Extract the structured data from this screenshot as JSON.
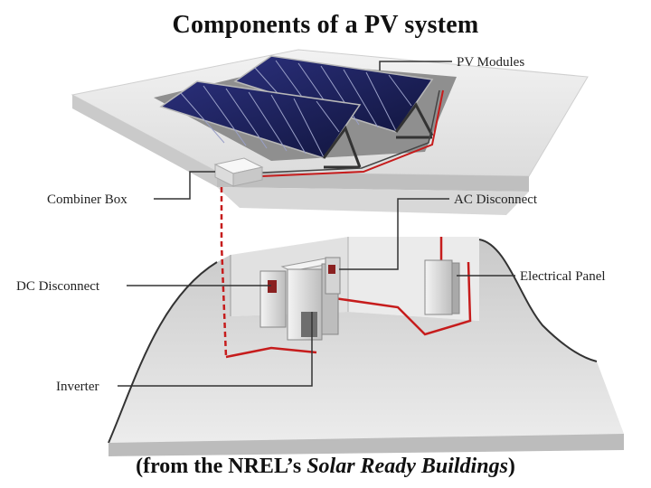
{
  "title": "Components of a PV system",
  "labels": {
    "pv_modules": "PV Modules",
    "combiner_box": "Combiner Box",
    "ac_disconnect": "AC Disconnect",
    "dc_disconnect": "DC Disconnect",
    "electrical_panel": "Electrical Panel",
    "inverter": "Inverter"
  },
  "caption": {
    "prefix": "(from the NREL’s ",
    "italic": "Solar Ready Buildings",
    "suffix": ")"
  }
}
